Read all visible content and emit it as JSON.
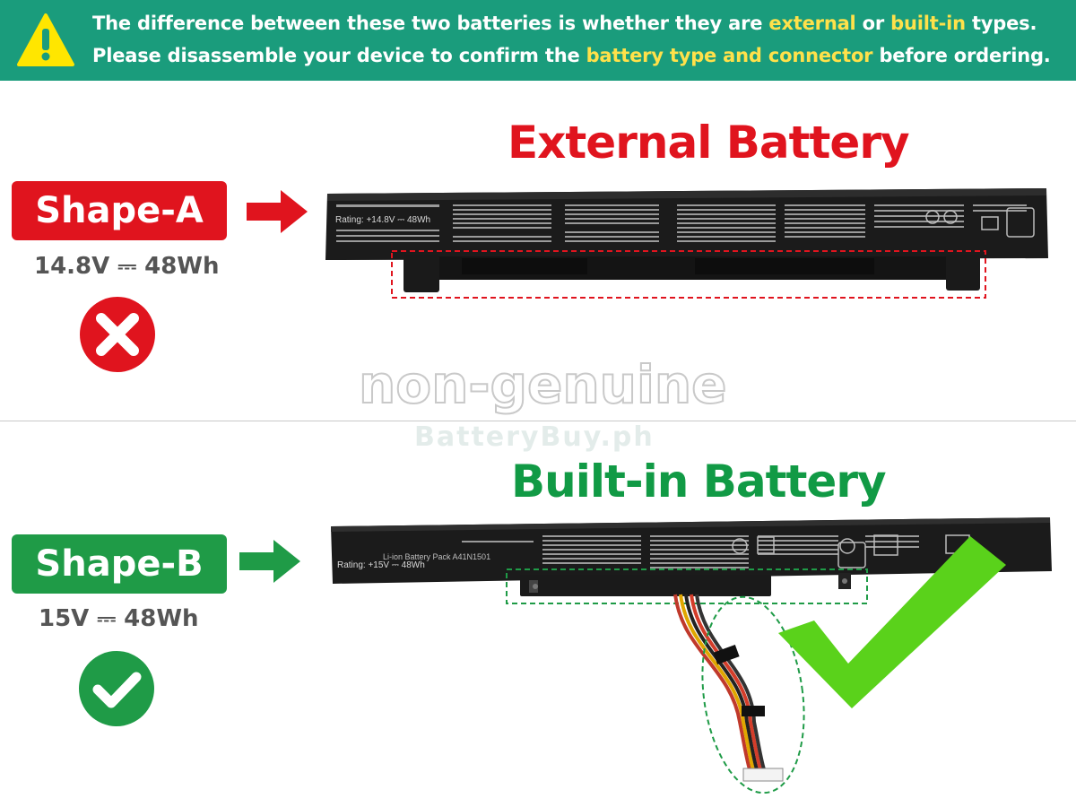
{
  "banner": {
    "line1_a": "The difference between these two batteries is whether they are ",
    "line1_hl1": "external",
    "line1_b": " or ",
    "line1_hl2": "built-in",
    "line1_c": " types.",
    "line2_a": "Please disassemble your device to confirm the ",
    "line2_hl": "battery type and connector",
    "line2_b": " before ordering.",
    "icon": "warning-triangle-icon"
  },
  "shape_a": {
    "label": "Shape-A",
    "rating": "14.8V ⎓ 48Wh",
    "status_icon": "cross-icon",
    "title": "External Battery",
    "battery_rating_text": "Rating: +14.8V ⎓ 48Wh"
  },
  "shape_b": {
    "label": "Shape-B",
    "rating": "15V ⎓ 48Wh",
    "status_icon": "check-icon",
    "title": "Built-in Battery",
    "battery_pack_text": "Li-ion Battery Pack A41N1501",
    "battery_rating_text": "Rating: +15V ⎓ 48Wh"
  },
  "watermark": {
    "main": "non-genuine",
    "site": "BatteryBuy.ph"
  },
  "colors": {
    "banner_bg": "#1a9c7c",
    "highlight": "#ffe14a",
    "red": "#e0141e",
    "green": "#1f9b47",
    "check_lime": "#5ad21b"
  }
}
